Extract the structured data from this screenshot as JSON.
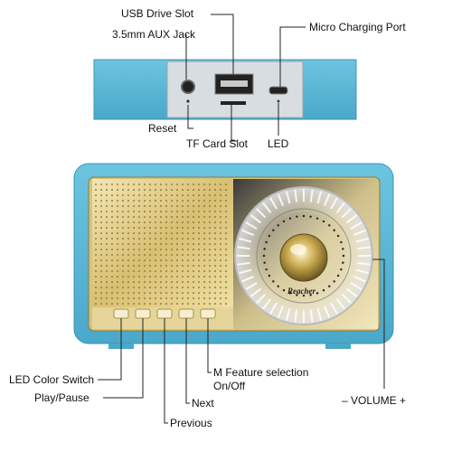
{
  "labels": {
    "usb_drive_slot": "USB Drive Slot",
    "aux_jack": "3.5mm AUX Jack",
    "micro_charging_port": "Micro Charging Port",
    "reset": "Reset",
    "tf_card_slot": "TF Card Slot",
    "led": "LED",
    "led_color_switch": "LED Color Switch",
    "play_pause": "Play/Pause",
    "next": "Next",
    "previous": "Previous",
    "m_feature_selection": "M Feature selection",
    "on_off": "On/Off",
    "volume": "– VOLUME +"
  },
  "brand": "Reacher",
  "colors": {
    "body_blue": "#5bb8d6",
    "body_blue_dark": "#3f9dbd",
    "gold": "#d9c27a",
    "gold_light": "#f1e3ad",
    "chrome": "#e8e8e8"
  }
}
